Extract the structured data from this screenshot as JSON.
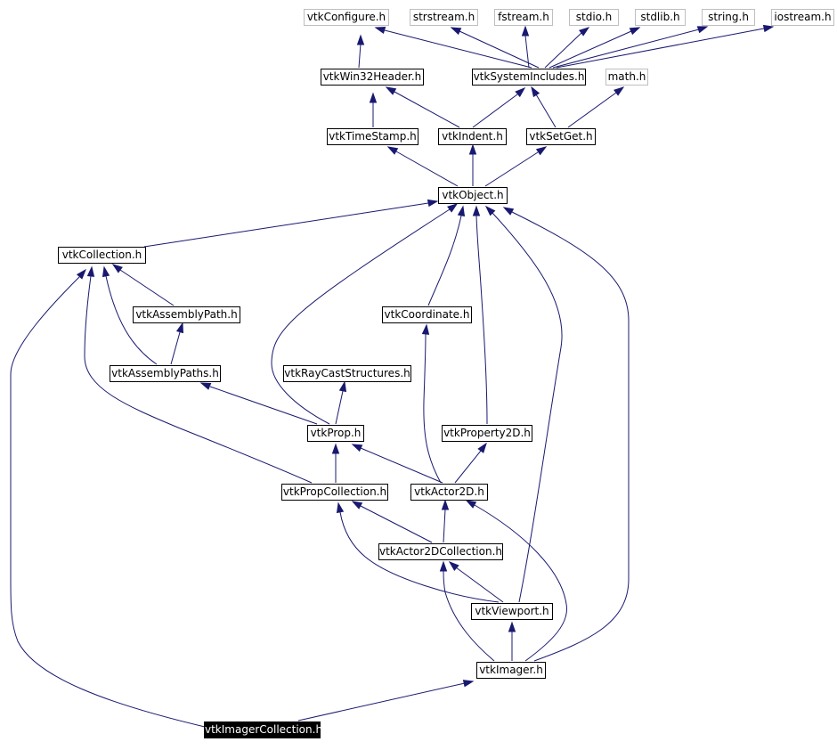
{
  "nodes": {
    "vtkConfigure": "vtkConfigure.h",
    "strstream": "strstream.h",
    "fstream": "fstream.h",
    "stdio": "stdio.h",
    "stdlib": "stdlib.h",
    "string": "string.h",
    "iostream": "iostream.h",
    "vtkWin32Header": "vtkWin32Header.h",
    "vtkSystemIncludes": "vtkSystemIncludes.h",
    "math": "math.h",
    "vtkTimeStamp": "vtkTimeStamp.h",
    "vtkIndent": "vtkIndent.h",
    "vtkSetGet": "vtkSetGet.h",
    "vtkObject": "vtkObject.h",
    "vtkCollection": "vtkCollection.h",
    "vtkAssemblyPath": "vtkAssemblyPath.h",
    "vtkCoordinate": "vtkCoordinate.h",
    "vtkAssemblyPaths": "vtkAssemblyPaths.h",
    "vtkRayCastStructures": "vtkRayCastStructures.h",
    "vtkProp": "vtkProp.h",
    "vtkProperty2D": "vtkProperty2D.h",
    "vtkPropCollection": "vtkPropCollection.h",
    "vtkActor2D": "vtkActor2D.h",
    "vtkActor2DCollection": "vtkActor2DCollection.h",
    "vtkViewport": "vtkViewport.h",
    "vtkImager": "vtkImager.h",
    "vtkImagerCollection": "vtkImagerCollection.h"
  },
  "colors": {
    "edge": "#191970",
    "node_border": "#000000",
    "system_node_border": "#bfbfbf",
    "focus_background": "#000000",
    "focus_text": "#ffffff"
  }
}
